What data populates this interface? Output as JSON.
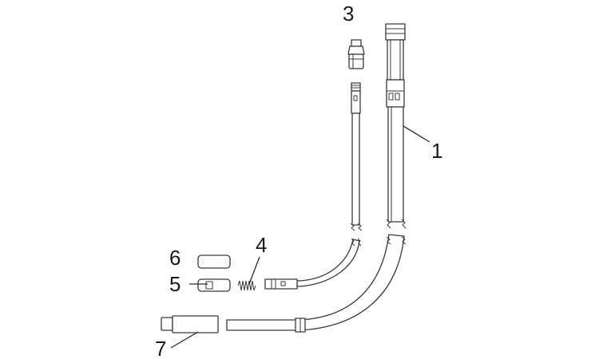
{
  "callouts": {
    "c1": "1",
    "c3": "3",
    "c4": "4",
    "c5": "5",
    "c6": "6",
    "c7": "7"
  }
}
